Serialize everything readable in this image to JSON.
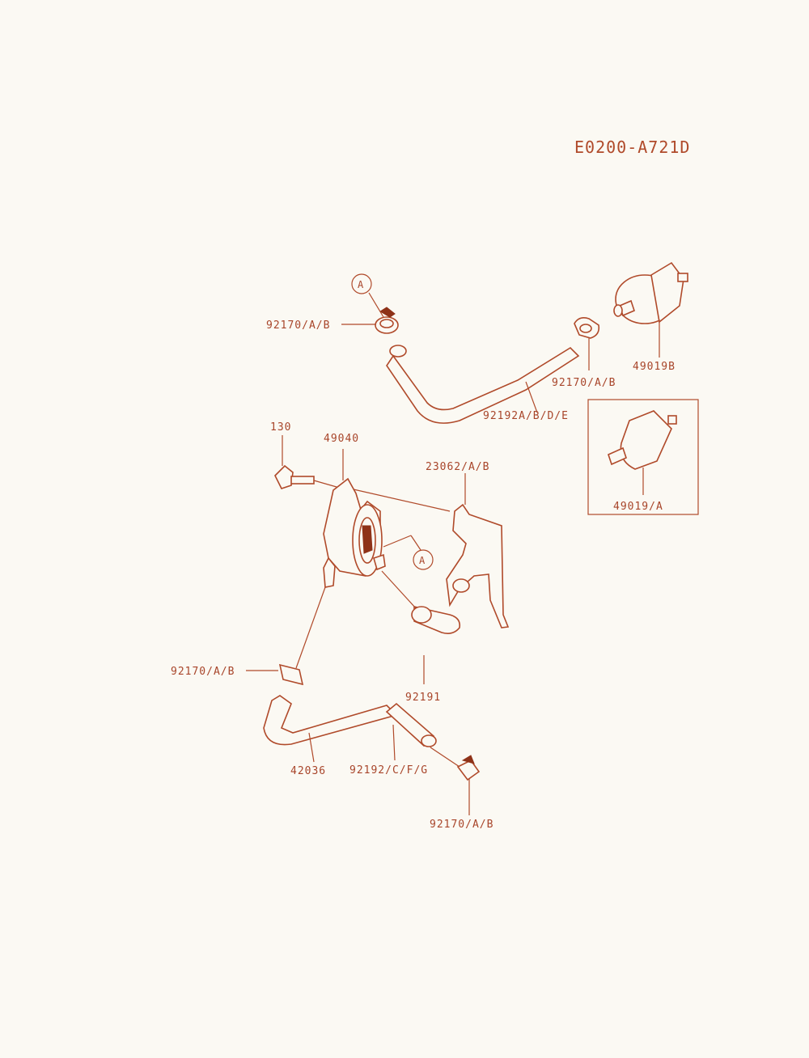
{
  "diagram_code": "E0200-A721D",
  "colors": {
    "line": "#b04a2a",
    "text": "#a8452a",
    "background": "#fbf9f3"
  },
  "callouts": {
    "ref_a_top": "A",
    "ref_a_mid": "A"
  },
  "labels": {
    "clamp_top_left": "92170/A/B",
    "clamp_top_right": "92170/A/B",
    "filter_b": "49019B",
    "hose_upper": "92192A/B/D/E",
    "filter_a": "49019/A",
    "bolt": "130",
    "pump": "49040",
    "bracket": "23062/A/B",
    "clamp_mid_left": "92170/A/B",
    "cap": "92191",
    "hose_pipe": "42036",
    "hose_lower": "92192/C/F/G",
    "clamp_bottom": "92170/A/B"
  }
}
